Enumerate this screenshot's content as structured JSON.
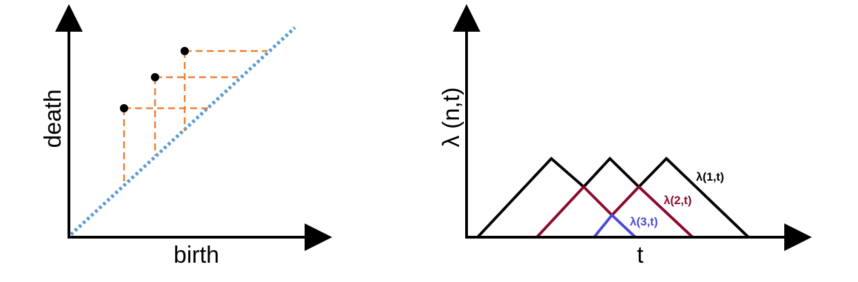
{
  "diagrams": {
    "persistence_diagram": {
      "x_axis_label": "birth",
      "y_axis_label": "death",
      "points": [
        {
          "birth": 1,
          "death": 4
        },
        {
          "birth": 2,
          "death": 5
        },
        {
          "birth": 3,
          "death": 6
        }
      ],
      "colors": {
        "axes": "#000000",
        "diagonal": "#5b9bd5",
        "guides": "#ed7d31",
        "points": "#000000"
      }
    },
    "landscape": {
      "x_axis_label": "t",
      "y_axis_label": "λ (n,t)",
      "curves": [
        {
          "label": "λ(1,t)",
          "color": "#000000"
        },
        {
          "label": "λ(2,t)",
          "color": "#8b0a2a"
        },
        {
          "label": "λ(3,t)",
          "color": "#4a4ad6"
        }
      ]
    }
  }
}
